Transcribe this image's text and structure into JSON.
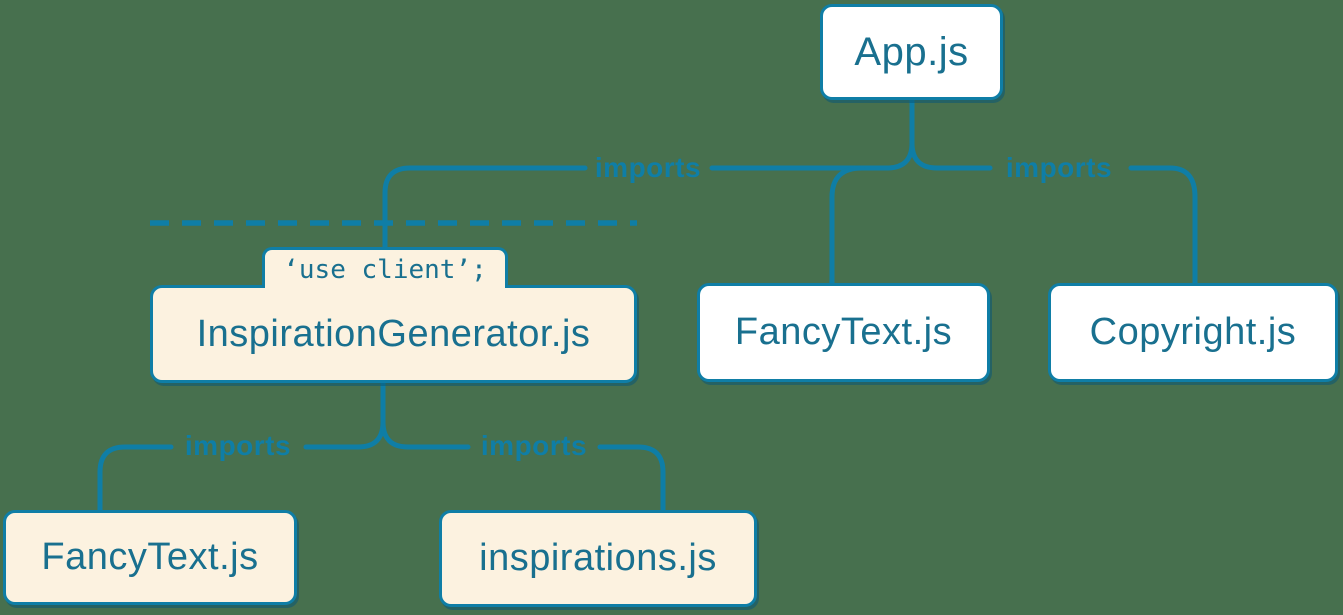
{
  "diagram": {
    "nodes": {
      "app": {
        "label": "App.js",
        "kind": "server"
      },
      "inspiration_generator": {
        "label": "InspirationGenerator.js",
        "directive": "‘use client’;",
        "kind": "client"
      },
      "fancy_text_mid": {
        "label": "FancyText.js",
        "kind": "server"
      },
      "copyright": {
        "label": "Copyright.js",
        "kind": "server"
      },
      "fancy_text_bottom": {
        "label": "FancyText.js",
        "kind": "client"
      },
      "inspirations": {
        "label": "inspirations.js",
        "kind": "client"
      }
    },
    "edges": [
      {
        "from": "App.js",
        "to": "InspirationGenerator.js",
        "label": "imports"
      },
      {
        "from": "App.js",
        "to": "Copyright.js",
        "label": "imports"
      },
      {
        "from": "InspirationGenerator.js",
        "to": "FancyText.js",
        "label": "imports"
      },
      {
        "from": "InspirationGenerator.js",
        "to": "inspirations.js",
        "label": "imports"
      }
    ],
    "colors": {
      "accent": "#0f7ea6",
      "node_text": "#19708f",
      "client_bg": "#fcf2e0",
      "server_bg": "#ffffff",
      "background": "#47704e"
    }
  }
}
